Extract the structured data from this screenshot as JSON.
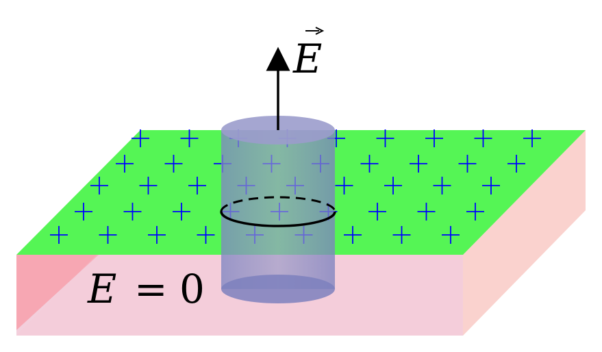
{
  "labels": {
    "field_symbol": "E",
    "inside_field": {
      "symbol": "E",
      "relation": "=",
      "value": "0"
    }
  },
  "charge_marker": "+",
  "colors": {
    "top_surface": "#55f555",
    "front_face": "#f3cfdc",
    "side_face": "#fbd6cc",
    "left_shade": "#f7a0ab",
    "cylinder_fill": "#8a8fc4",
    "charge": "#0000ff",
    "arrow": "#000000"
  }
}
